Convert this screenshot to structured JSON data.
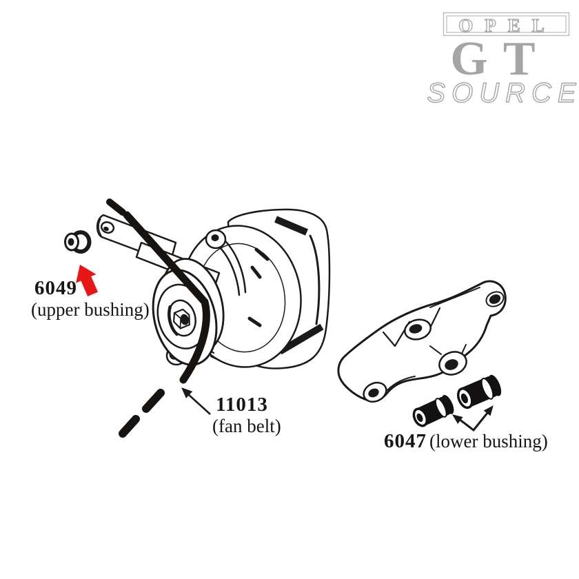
{
  "page": {
    "background": "#ffffff"
  },
  "logo": {
    "badge_text": "OPEL",
    "model_text": "GT",
    "source_text": "SOURCE",
    "gray": "#a5a5a5",
    "border_gray": "#b9b9b9"
  },
  "parts": {
    "upper_bushing": {
      "number": "6049",
      "name": "(upper bushing)"
    },
    "fan_belt": {
      "number": "11013",
      "name": "(fan belt)"
    },
    "lower_bushing": {
      "number": "6047",
      "name": "(lower bushing)"
    }
  },
  "colors": {
    "ink": "#1c1a18",
    "highlight_arrow": "#e81717"
  }
}
